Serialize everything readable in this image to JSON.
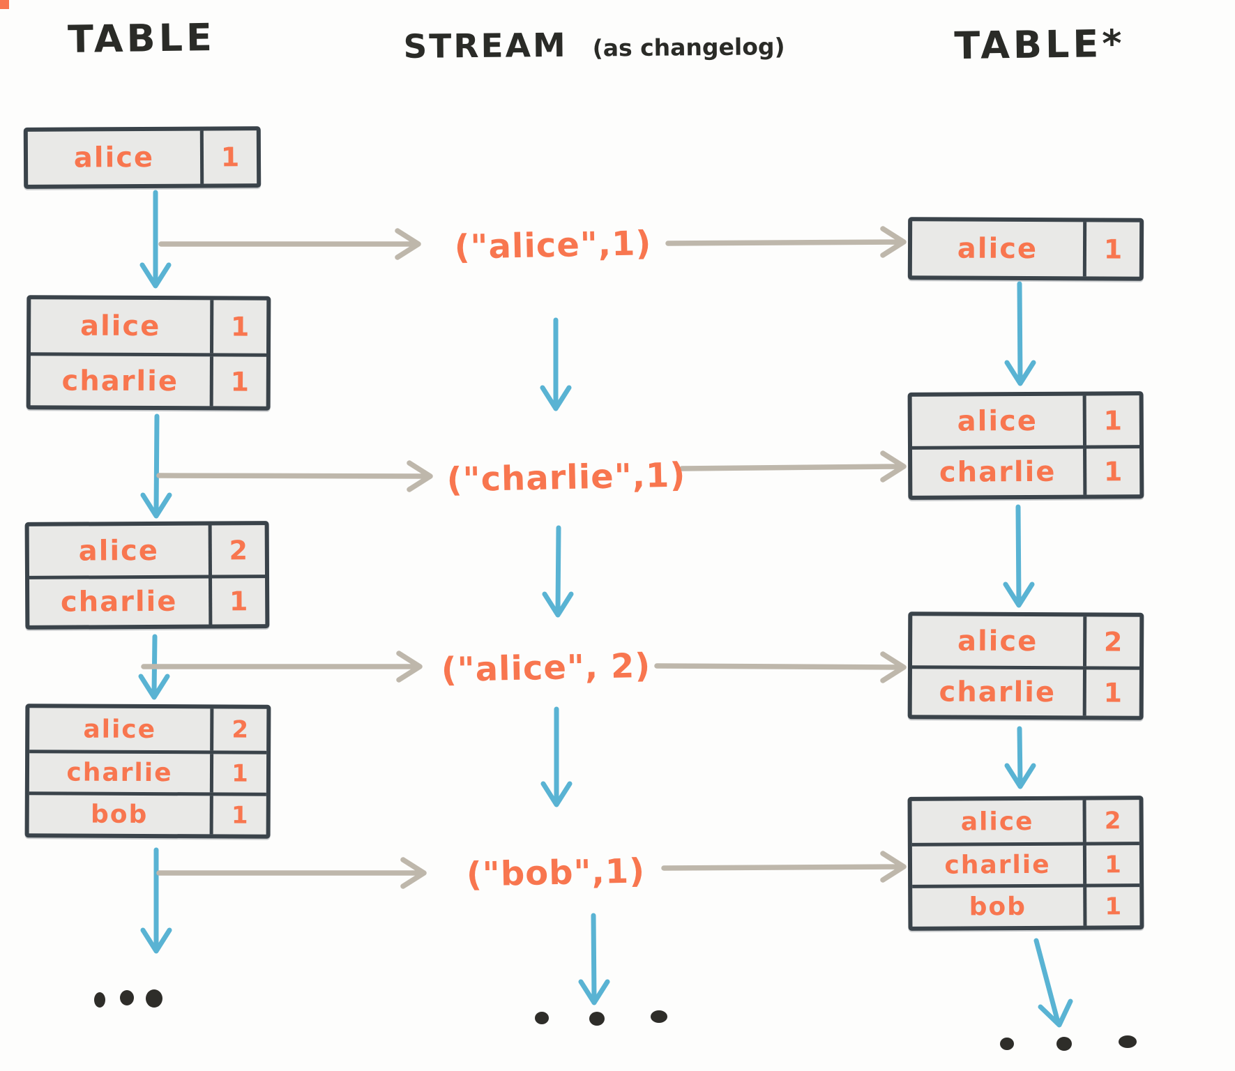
{
  "columns": {
    "left": {
      "header": "TABLE"
    },
    "middle": {
      "header": "STREAM",
      "header_note": "(as changelog)"
    },
    "right": {
      "header": "TABLE*"
    }
  },
  "left_tables": [
    [
      {
        "key": "alice",
        "value": "1"
      }
    ],
    [
      {
        "key": "alice",
        "value": "1"
      },
      {
        "key": "charlie",
        "value": "1"
      }
    ],
    [
      {
        "key": "alice",
        "value": "2"
      },
      {
        "key": "charlie",
        "value": "1"
      }
    ],
    [
      {
        "key": "alice",
        "value": "2"
      },
      {
        "key": "charlie",
        "value": "1"
      },
      {
        "key": "bob",
        "value": "1"
      }
    ]
  ],
  "stream_events": [
    "(\"alice\",1)",
    "(\"charlie\",1)",
    "(\"alice\", 2)",
    "(\"bob\",1)"
  ],
  "right_tables": [
    [
      {
        "key": "alice",
        "value": "1"
      }
    ],
    [
      {
        "key": "alice",
        "value": "1"
      },
      {
        "key": "charlie",
        "value": "1"
      }
    ],
    [
      {
        "key": "alice",
        "value": "2"
      },
      {
        "key": "charlie",
        "value": "1"
      }
    ],
    [
      {
        "key": "alice",
        "value": "2"
      },
      {
        "key": "charlie",
        "value": "1"
      },
      {
        "key": "bob",
        "value": "1"
      }
    ]
  ],
  "colors": {
    "handwriting_orange": "#f8764f",
    "arrow_blue": "#59b3d3",
    "arrow_gray": "#beb7ab",
    "ink": "#3a434a",
    "table_fill": "#e9e9e7",
    "background": "#fdfdfc"
  }
}
